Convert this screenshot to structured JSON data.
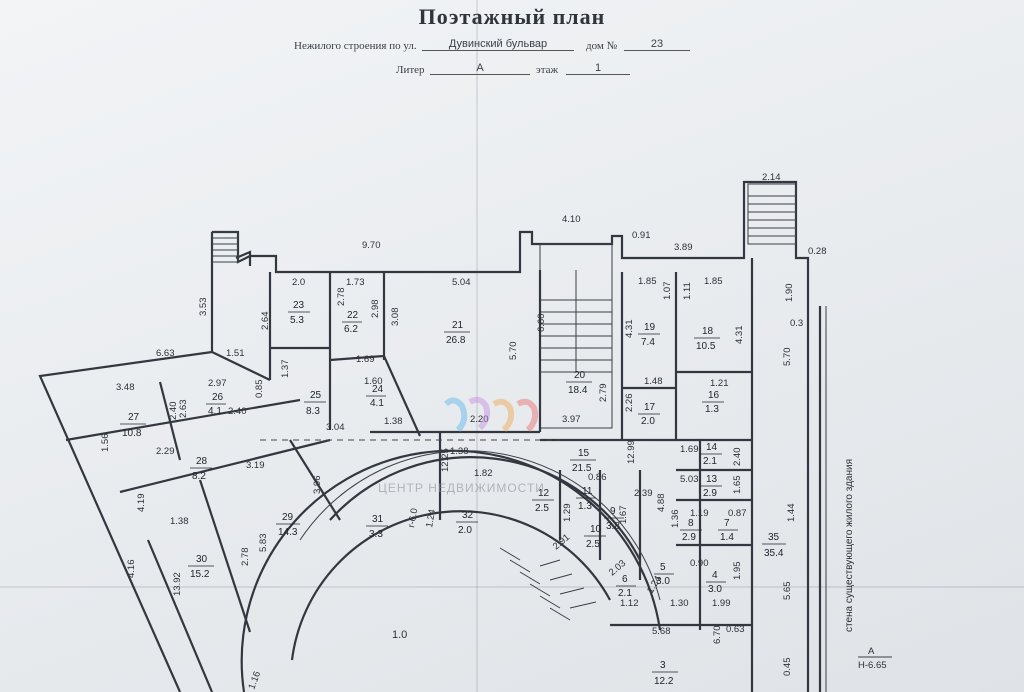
{
  "document": {
    "title": "Поэтажный план",
    "line1_prefix": "Нежилого строения по ул.",
    "street": "Дувинский бульвар",
    "house_label": "дом №",
    "house_number": "23",
    "line2_prefix": "Литер",
    "liter": "А",
    "floor_label": "этаж",
    "floor": "1"
  },
  "dimensions": [
    "9.70",
    "4.10",
    "0.91",
    "3.89",
    "2.14",
    "0.28",
    "2.0",
    "1.73",
    "5.04",
    "6.63",
    "1.51",
    "3.53",
    "2.64",
    "2.78",
    "2.98",
    "3.08",
    "5.70",
    "6.60",
    "1.85",
    "1.07",
    "1.11",
    "1.85",
    "4.31",
    "4.31",
    "1.90",
    "0.3",
    "5.70",
    "3.48",
    "2.97",
    "0.85",
    "1.37",
    "1.69",
    "1.60",
    "1.48",
    "1.21",
    "2.40",
    "2.63",
    "2.40",
    "2.29",
    "3.19",
    "3.04",
    "2.20",
    "3.97",
    "2.79",
    "2.26",
    "1.38",
    "12.99",
    "1.38",
    "1.69",
    "2.40",
    "0.86",
    "5.03",
    "2.39",
    "1.82",
    "12.25",
    "1.56",
    "4.19",
    "1.38",
    "2.78",
    "3.96",
    "4.16",
    "13.92",
    "5.83",
    "4.88",
    "1.67",
    "1.65",
    "1.19",
    "1.36",
    "0.87",
    "0.90",
    "1.95",
    "1.99",
    "1.30",
    "1.12",
    "1.44",
    "5.65",
    "0.45",
    "5.68",
    "6.70",
    "0.63",
    "1.16",
    "1.0",
    "r-6.0",
    "1.24",
    "1.24",
    "2.03",
    "1.29",
    "2.91",
    "1.0"
  ],
  "rooms": [
    {
      "n": "23",
      "a": "5.3"
    },
    {
      "n": "22",
      "a": "6.2"
    },
    {
      "n": "21",
      "a": "26.8"
    },
    {
      "n": "20",
      "a": "18.4"
    },
    {
      "n": "19",
      "a": "7.4"
    },
    {
      "n": "18",
      "a": "10.5"
    },
    {
      "n": "24",
      "a": "4.1"
    },
    {
      "n": "25",
      "a": "8.3"
    },
    {
      "n": "27",
      "a": "10.8"
    },
    {
      "n": "26",
      "a": "4.1"
    },
    {
      "n": "28",
      "a": "8.2"
    },
    {
      "n": "29",
      "a": "14.3"
    },
    {
      "n": "30",
      "a": "15.2"
    },
    {
      "n": "31",
      "a": "3.3"
    },
    {
      "n": "32",
      "a": "2.0"
    },
    {
      "n": "17",
      "a": "2.0"
    },
    {
      "n": "16",
      "a": "1.3"
    },
    {
      "n": "15",
      "a": "21.5"
    },
    {
      "n": "14",
      "a": "2.1"
    },
    {
      "n": "13",
      "a": "2.9"
    },
    {
      "n": "12",
      "a": "2.5"
    },
    {
      "n": "11",
      "a": "1.3"
    },
    {
      "n": "10",
      "a": "2.5"
    },
    {
      "n": "9",
      "a": "3.8"
    },
    {
      "n": "8",
      "a": "2.9"
    },
    {
      "n": "7",
      "a": "1.4"
    },
    {
      "n": "6",
      "a": "2.1"
    },
    {
      "n": "5",
      "a": "3.0"
    },
    {
      "n": "4",
      "a": "3.0"
    },
    {
      "n": "3",
      "a": "12.2"
    },
    {
      "n": "35",
      "a": "35.4"
    }
  ],
  "annotations": {
    "wall_note": "стена существующего жилого здания",
    "mark_a": "А",
    "mark_h": "Н-6.65",
    "watermark": "ЦЕНТР НЕДВИЖИМОСТИ"
  }
}
